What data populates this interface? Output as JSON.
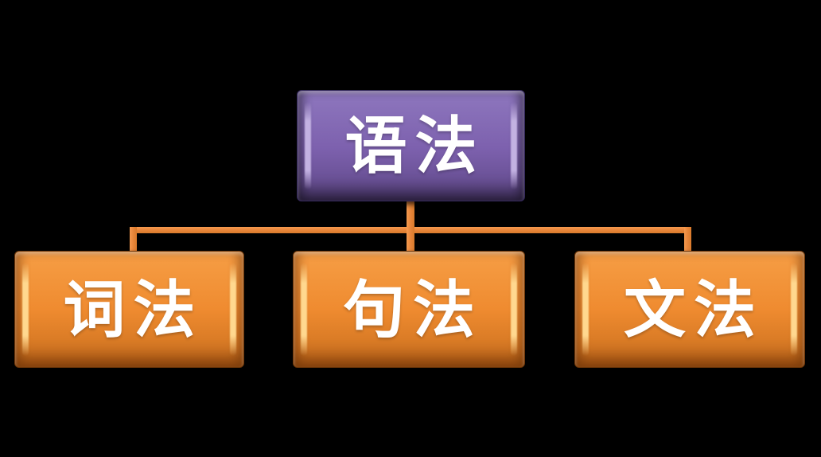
{
  "diagram": {
    "type": "hierarchy-org-chart",
    "root": {
      "label": "语法"
    },
    "children": [
      {
        "label": "词法"
      },
      {
        "label": "句法"
      },
      {
        "label": "文法"
      }
    ],
    "colors": {
      "background": "#000000",
      "root_fill": "#7D61AE",
      "root_highlight": "#C3B2E2",
      "child_fill": "#EF8B30",
      "child_highlight": "#FFD88F",
      "connector": "#E9873C",
      "text": "#FFFFFF"
    }
  }
}
